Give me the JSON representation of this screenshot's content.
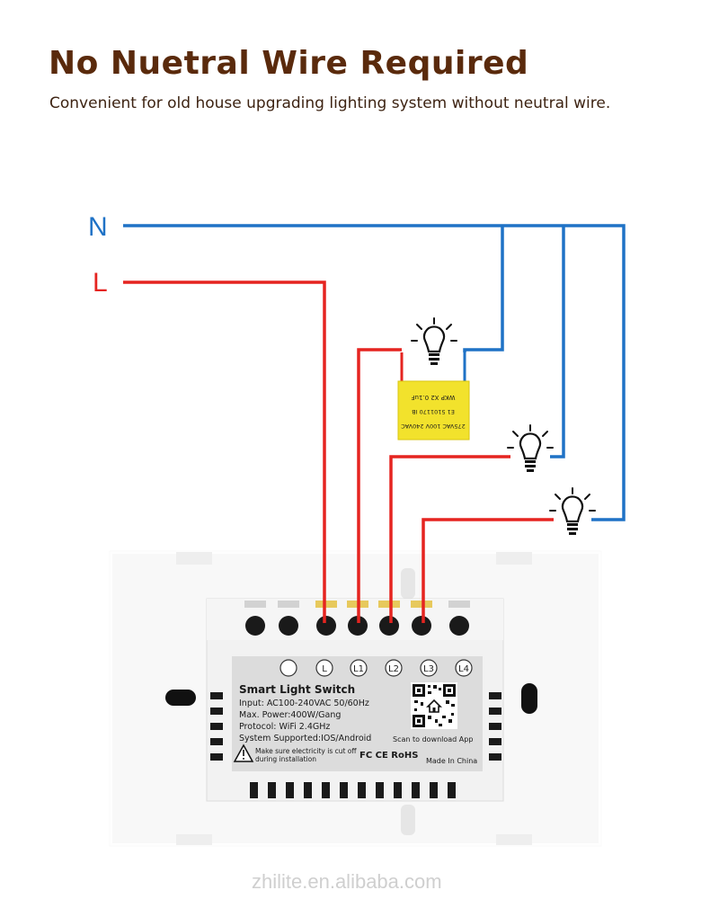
{
  "header": {
    "title": "No Nuetral Wire Required",
    "subtitle": "Convenient for old house upgrading lighting system without neutral wire."
  },
  "wires": {
    "neutral_label": "N",
    "live_label": "L",
    "neutral_color": "#1f72c6",
    "live_color": "#e52420"
  },
  "switch": {
    "terminals": [
      "",
      "L",
      "L1",
      "L2",
      "L3",
      "L4"
    ],
    "label_title": "Smart Light Switch",
    "specs": [
      "Input: AC100-240VAC 50/60Hz",
      "Max. Power:400W/Gang",
      "Protocol: WiFi 2.4GHz",
      "System Supported:IOS/Android"
    ],
    "warning": [
      "Make sure electricity is cut off",
      "during installation"
    ],
    "scan_text": "Scan to download App",
    "certifications": "FC CE RoHS",
    "origin": "Made In China"
  },
  "capacitor": {
    "text_lines": [
      "275VAC 100V 240VAC",
      "E1 5101170 IB",
      "WKP X2 0.1uF"
    ],
    "color": "#f2e22c"
  },
  "icons": [
    "bulb-icon",
    "warning-icon",
    "qr-code-icon",
    "home-icon"
  ],
  "watermark": "zhilite.en.alibaba.com"
}
